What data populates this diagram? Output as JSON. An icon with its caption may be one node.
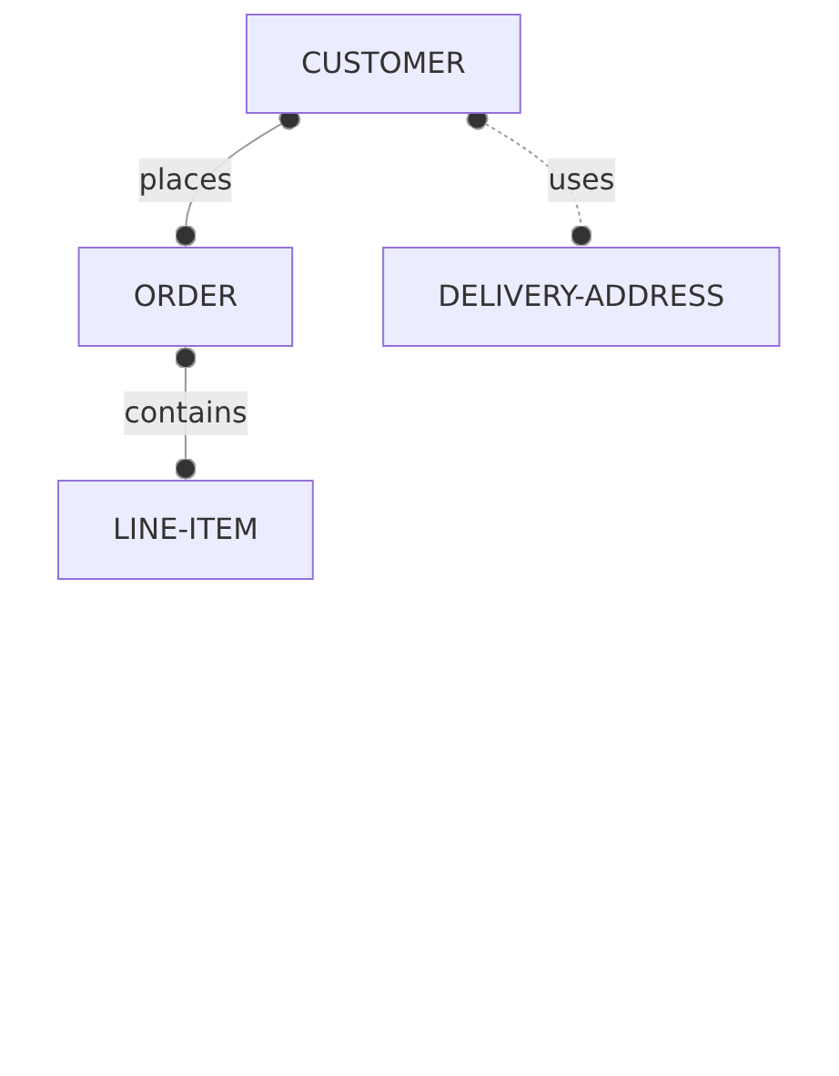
{
  "diagram": {
    "nodes": [
      {
        "text": [
          "CUSTOMER"
        ]
      },
      {
        "text": [
          "ORDER"
        ]
      },
      {
        "text": [
          "DELIVERY-ADDRESS"
        ]
      },
      {
        "text": [
          "LINE-ITEM"
        ]
      }
    ],
    "edges": [
      {
        "from": 0,
        "to": 1,
        "arrow": "other",
        "label": "places"
      },
      {
        "from": 0,
        "to": 2,
        "arrow": "other",
        "label": "uses",
        "style": "dashed"
      },
      {
        "from": 1,
        "to": 3,
        "arrow": "other",
        "label": "contains"
      }
    ]
  }
}
